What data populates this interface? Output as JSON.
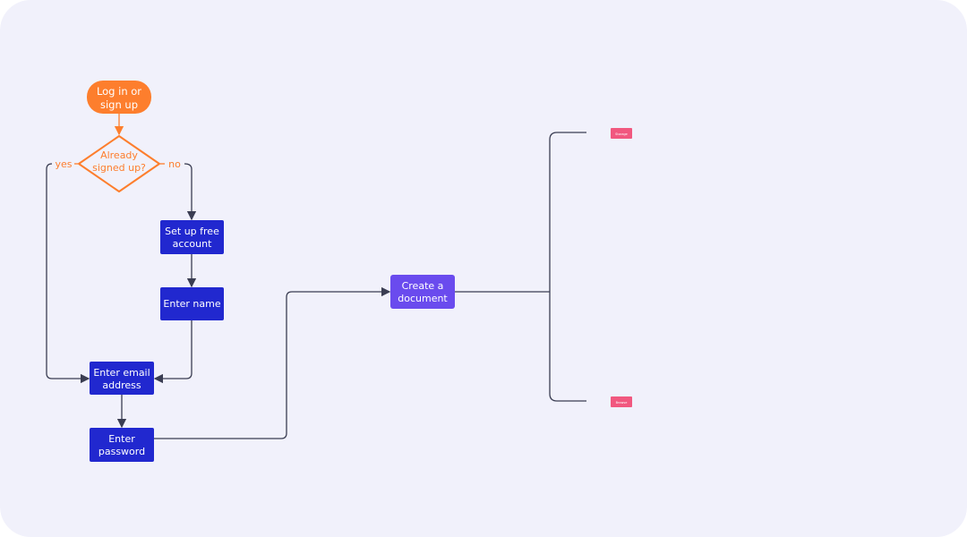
{
  "colors": {
    "start": "#fd7e2d",
    "step": "#2128cf",
    "action": "#6a4bee",
    "tag": "#f1587f",
    "connector": "#3a3d52",
    "background": "#f1f1fb"
  },
  "nodes": {
    "start": [
      "Log in or",
      "sign up"
    ],
    "decision": [
      "Already",
      "signed up?"
    ],
    "yes": "yes",
    "no": "no",
    "setup": [
      "Set up free",
      "account"
    ],
    "name": [
      "Enter name"
    ],
    "email": [
      "Enter email",
      "address"
    ],
    "password": [
      "Enter",
      "password"
    ],
    "create": [
      "Create a",
      "document"
    ]
  },
  "tags": [
    "Storage",
    "Browse"
  ]
}
